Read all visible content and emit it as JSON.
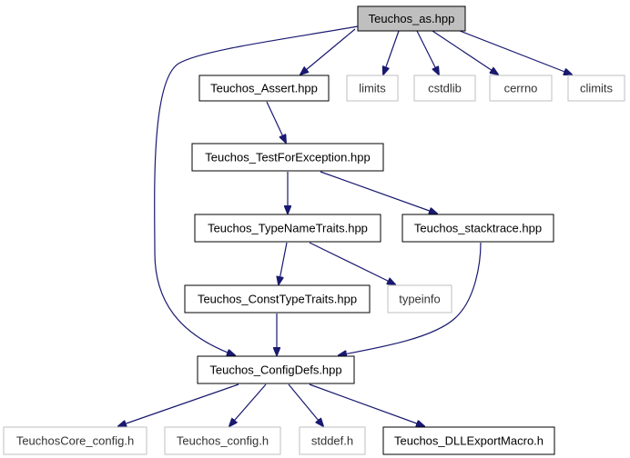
{
  "diagram": {
    "nodes": [
      {
        "id": "as",
        "label": "Teuchos_as.hpp",
        "style": "root"
      },
      {
        "id": "assert",
        "label": "Teuchos_Assert.hpp",
        "style": "internal"
      },
      {
        "id": "limits",
        "label": "limits",
        "style": "external"
      },
      {
        "id": "cstdlib",
        "label": "cstdlib",
        "style": "external"
      },
      {
        "id": "cerrno",
        "label": "cerrno",
        "style": "external"
      },
      {
        "id": "climits",
        "label": "climits",
        "style": "external"
      },
      {
        "id": "testfor",
        "label": "Teuchos_TestForException.hpp",
        "style": "internal"
      },
      {
        "id": "typename",
        "label": "Teuchos_TypeNameTraits.hpp",
        "style": "internal"
      },
      {
        "id": "stacktrace",
        "label": "Teuchos_stacktrace.hpp",
        "style": "internal"
      },
      {
        "id": "consttype",
        "label": "Teuchos_ConstTypeTraits.hpp",
        "style": "internal"
      },
      {
        "id": "typeinfo",
        "label": "typeinfo",
        "style": "external"
      },
      {
        "id": "configdefs",
        "label": "Teuchos_ConfigDefs.hpp",
        "style": "internal"
      },
      {
        "id": "coreconfig",
        "label": "TeuchosCore_config.h",
        "style": "external"
      },
      {
        "id": "config",
        "label": "Teuchos_config.h",
        "style": "external"
      },
      {
        "id": "stddef",
        "label": "stddef.h",
        "style": "external"
      },
      {
        "id": "dllexport",
        "label": "Teuchos_DLLExportMacro.h",
        "style": "internal"
      }
    ],
    "edges": [
      [
        "as",
        "assert"
      ],
      [
        "as",
        "limits"
      ],
      [
        "as",
        "cstdlib"
      ],
      [
        "as",
        "cerrno"
      ],
      [
        "as",
        "climits"
      ],
      [
        "as",
        "configdefs"
      ],
      [
        "assert",
        "testfor"
      ],
      [
        "testfor",
        "typename"
      ],
      [
        "testfor",
        "stacktrace"
      ],
      [
        "typename",
        "consttype"
      ],
      [
        "typename",
        "typeinfo"
      ],
      [
        "consttype",
        "configdefs"
      ],
      [
        "stacktrace",
        "configdefs"
      ],
      [
        "configdefs",
        "coreconfig"
      ],
      [
        "configdefs",
        "config"
      ],
      [
        "configdefs",
        "stddef"
      ],
      [
        "configdefs",
        "dllexport"
      ]
    ],
    "colors": {
      "root_fill": "#bfbfbf",
      "internal_border": "#000000",
      "external_border": "#bfbfbf",
      "edge": "#191970",
      "external_text": "#333333",
      "internal_text": "#000000"
    }
  }
}
